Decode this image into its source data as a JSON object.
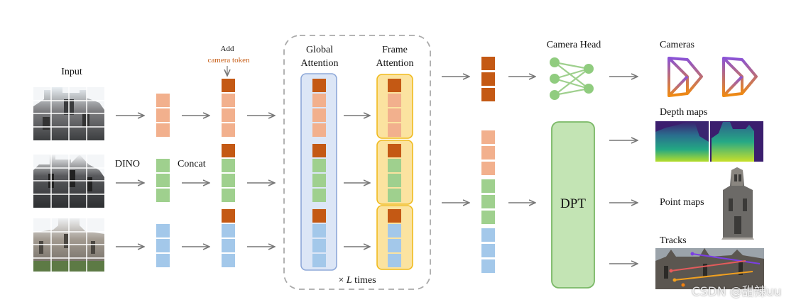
{
  "labels": {
    "input": "Input",
    "dino": "DINO",
    "concat": "Concat",
    "add": "Add",
    "camera_token": "camera token",
    "global_attention_1": "Global",
    "global_attention_2": "Attention",
    "frame_attention_1": "Frame",
    "frame_attention_2": "Attention",
    "l_times_prefix": "× ",
    "l_times_var": "L",
    "l_times_suffix": " times",
    "camera_head": "Camera Head",
    "dpt": "DPT",
    "cameras": "Cameras",
    "depth_maps": "Depth maps",
    "point_maps": "Point maps",
    "tracks": "Tracks"
  },
  "watermark": "CSDN @甜辣uu",
  "colors": {
    "camera_token": "#c45914",
    "frame1": "#f2b08d",
    "frame2": "#9fd08e",
    "frame3": "#a3c8ea",
    "global_box": "#dce6f6",
    "global_border": "#8ea8d8",
    "frame_box": "#fbe3a0",
    "frame_border": "#f0bb1e",
    "camera_head": "#90cc7f",
    "dpt_fill": "#c3e4b4",
    "dpt_border": "#7ab866",
    "arrow": "#777777",
    "dashed_border": "#aaaaaa"
  },
  "icons": [
    "camera-frustum-icon",
    "neural-network-icon"
  ]
}
